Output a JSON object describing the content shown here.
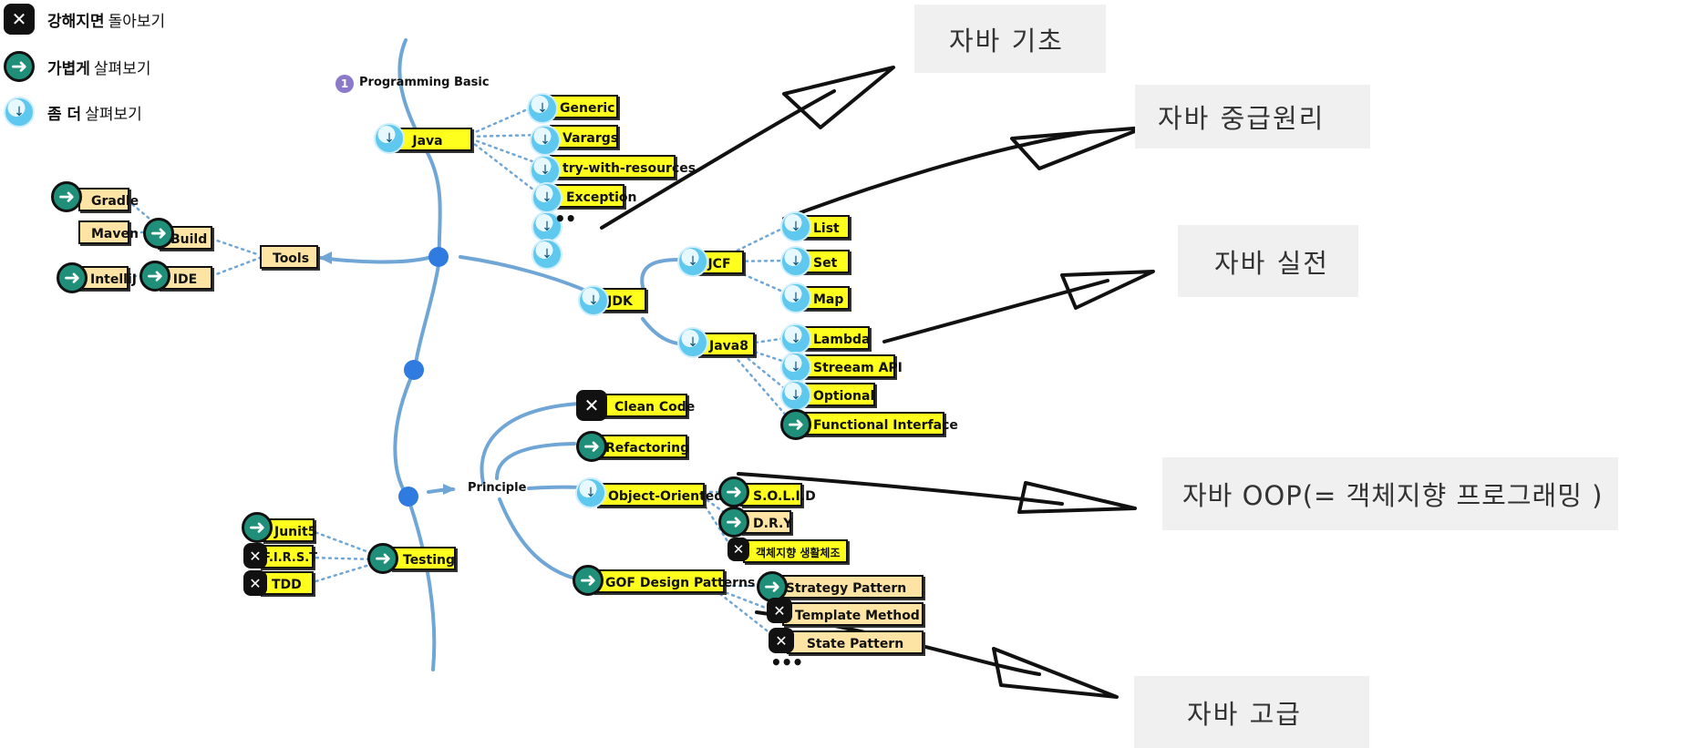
{
  "legend": {
    "items": [
      {
        "bold": "강해지면",
        "rest": "돌아보기",
        "icon": "x-icon"
      },
      {
        "bold": "가볍게",
        "rest": "살펴보기",
        "icon": "arrow-right-icon"
      },
      {
        "bold": "좀 더",
        "rest": "살펴보기",
        "icon": "water-drop-icon"
      }
    ]
  },
  "mindmap": {
    "section": {
      "number": "1",
      "title": "Programming Basic"
    },
    "java": {
      "label": "Java",
      "children": [
        "Generic",
        "Varargs",
        "try-with-resources",
        "Exception"
      ],
      "more": "••"
    },
    "jdk": {
      "label": "JDK"
    },
    "jcf": {
      "label": "JCF",
      "children": [
        "List",
        "Set",
        "Map"
      ]
    },
    "java8": {
      "label": "Java8",
      "children": [
        "Lambda",
        "Streeam API",
        "Optional",
        "Functional Interface"
      ]
    },
    "tools": {
      "label": "Tools",
      "build": "Build",
      "ide": "IDE",
      "gradle": "Gradle",
      "maven": "Maven",
      "intellij": "IntelliJ"
    },
    "principle": {
      "label": "Principle",
      "clean_code": "Clean Code",
      "refactoring": "Refactoring",
      "oop": "Object-Oriented",
      "solid": "S.O.L.I.D",
      "dry": "D.R.Y",
      "oop_exercise": "객체지향 생활체조",
      "gof": "GOF Design Patterns",
      "strategy": "Strategy Pattern",
      "template": "Template Method Pattern",
      "state": "State Pattern",
      "more": "•••"
    },
    "testing": {
      "label": "Testing",
      "junit": "Junit5",
      "first": "F.I.R.S.T",
      "tdd": "TDD"
    }
  },
  "callouts": {
    "basic": "자바 기초",
    "intermediate": "자바 중급원리",
    "practice": "자바 실전",
    "oop": "자바 OOP(= 객체지향 프로그래밍 )",
    "advanced": "자바 고급"
  },
  "colors": {
    "node_yellow": "#ffff1e",
    "node_peach": "#fde3a4",
    "branch_blue": "#6fa6d6",
    "dot_blue": "#2f7be0",
    "teal": "#1f8f7a"
  }
}
